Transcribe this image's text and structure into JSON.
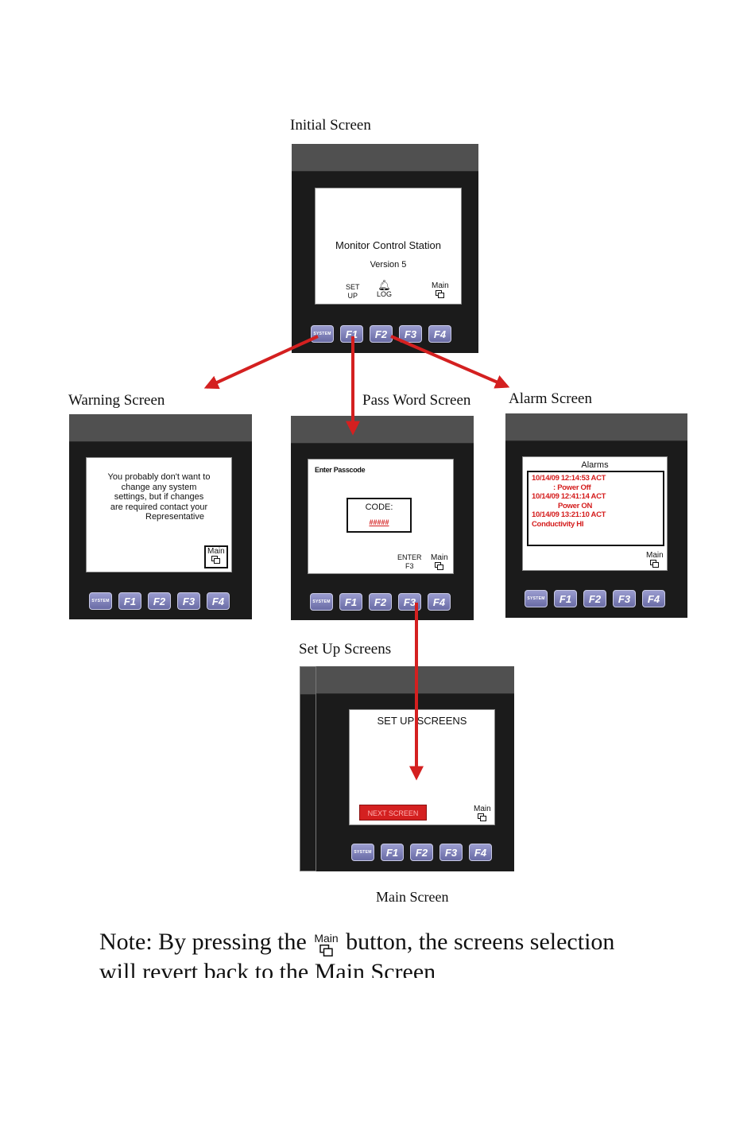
{
  "captions": {
    "initial": "Initial Screen",
    "warning": "Warning Screen",
    "password": "Pass Word Screen",
    "alarm": "Alarm Screen",
    "setup": "Set Up Screens",
    "main": "Main Screen"
  },
  "keys": {
    "system": "SYSTEM",
    "f1": "F1",
    "f2": "F2",
    "f3": "F3",
    "f4": "F4"
  },
  "main_label": "Main",
  "initial": {
    "title": "Monitor Control Station",
    "version": "Version 5",
    "setup_line1": "SET",
    "setup_line2": "UP",
    "log": "LOG"
  },
  "warning": {
    "line1": "You probably don't want to",
    "line2": "change any system",
    "line3": "settings, but if changes",
    "line4": "are required contact your",
    "line5": "Representative"
  },
  "password": {
    "title": "Enter Passcode",
    "code_label": "CODE:",
    "code_value": "#####",
    "enter": "ENTER",
    "enter_key": "F3"
  },
  "alarm": {
    "title": "Alarms",
    "entries": [
      "10/14/09 12:14:53 ACT",
      ": Power Off",
      "10/14/09 12:41:14 ACT",
      "Power ON",
      "10/14/09 13:21:10 ACT",
      "Conductivity HI"
    ]
  },
  "setup": {
    "title": "SET UP SCREENS",
    "next": "NEXT SCREEN"
  },
  "note": {
    "part1": "Note:  By pressing the",
    "part2": "button, the screens selection",
    "line2": "will revert back to the Main Screen"
  },
  "colors": {
    "arrow": "#d42020",
    "bezel": "#1b1b1b",
    "topbar": "#505050",
    "key": "#7b7db8",
    "alarm_text": "#d41c1c",
    "next_button": "#d42020"
  }
}
